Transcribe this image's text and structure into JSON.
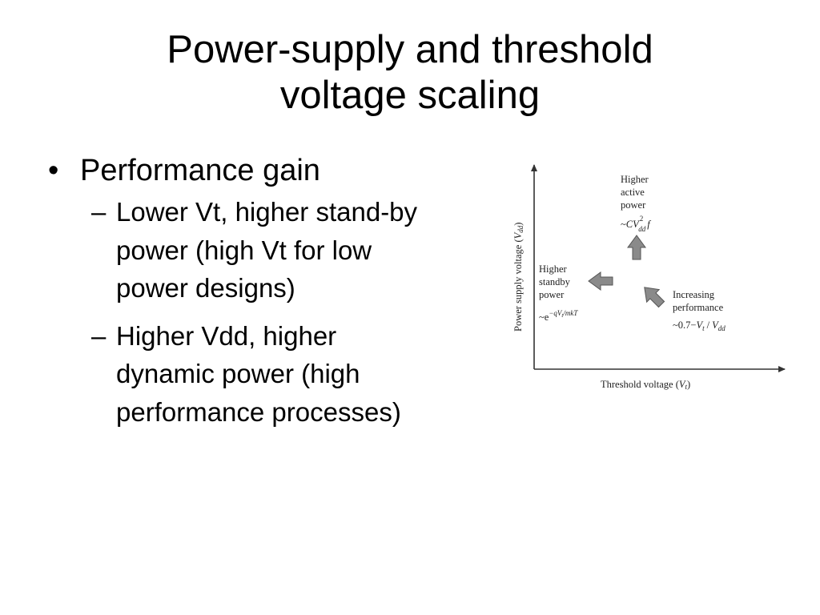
{
  "slide": {
    "title_lines": [
      "Power-supply and threshold",
      "voltage scaling"
    ],
    "bullet": {
      "marker": "•",
      "text": "Performance gain",
      "subitems": [
        {
          "marker": "–",
          "lines": [
            "Lower Vt, higher stand-by",
            "power (high Vt for low",
            "power designs)"
          ]
        },
        {
          "marker": "–",
          "lines": [
            "Higher Vdd, higher",
            "dynamic power (high",
            "performance processes)"
          ]
        }
      ]
    }
  },
  "diagram": {
    "y_axis_label": "Power supply voltage (",
    "y_axis_label_var": "V",
    "y_axis_label_sub": "dd",
    "y_axis_label_end": ")",
    "x_axis_label": "Threshold voltage (",
    "x_axis_label_var": "V",
    "x_axis_label_sub": "t",
    "x_axis_label_end": ")",
    "active": {
      "lines": [
        "Higher",
        "active",
        "power"
      ],
      "formula_prefix": "~",
      "formula_cv": "CV",
      "formula_sup": "2",
      "formula_sub": "dd",
      "formula_f": "f"
    },
    "standby": {
      "lines": [
        "Higher",
        "standby",
        "power"
      ],
      "formula_prefix": "~e",
      "formula_sup": "−qV",
      "formula_sup_sub": "t",
      "formula_sup_end": "/mkT"
    },
    "performance": {
      "lines": [
        "Increasing",
        "performance"
      ],
      "formula_prefix": "~0.7−",
      "formula_vt": "V",
      "formula_vt_sub": "t",
      "formula_slash": "/",
      "formula_vdd": "V",
      "formula_vdd_sub": "dd"
    },
    "colors": {
      "arrow_fill": "#8a8a8a",
      "arrow_stroke": "#555555",
      "axis": "#333333"
    }
  }
}
